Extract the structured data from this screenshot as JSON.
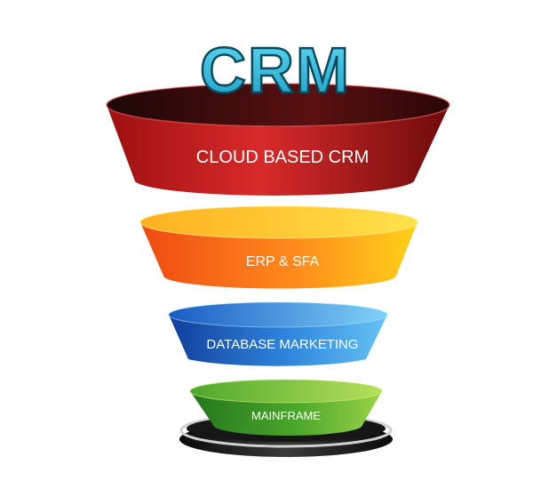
{
  "title": {
    "text": "CRM",
    "fill_color": "#2fc0e0",
    "stroke_color": "#0a4a5e"
  },
  "tiers": [
    {
      "label": "CLOUD BASED CRM",
      "color_light": "#d92a2a",
      "color_dark": "#6e0b0b"
    },
    {
      "label": "ERP & SFA",
      "color_light": "#ffcc1a",
      "color_dark": "#ee4a12"
    },
    {
      "label": "DATABASE MARKETING",
      "color_light": "#4ab4f0",
      "color_dark": "#123e9c"
    },
    {
      "label": "MAINFRAME",
      "color_light": "#8ccc3c",
      "color_dark": "#24761c"
    }
  ],
  "base": {
    "color_dark": "#1a1a1a",
    "color_rim": "#cfcfcf"
  }
}
